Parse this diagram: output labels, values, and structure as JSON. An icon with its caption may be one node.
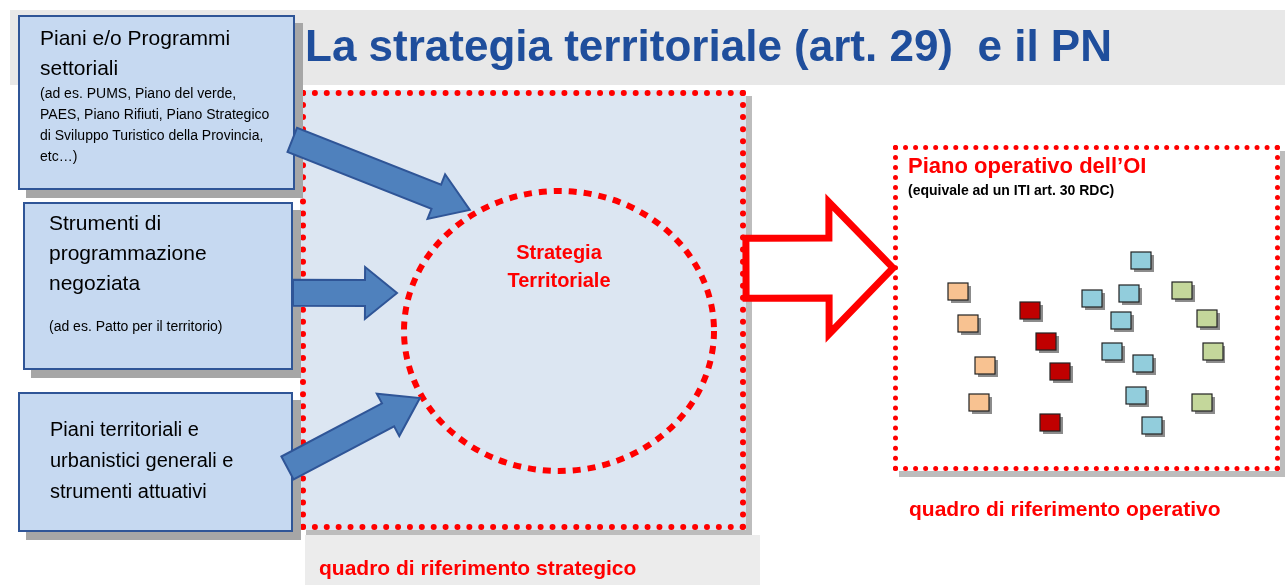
{
  "diagram": {
    "title": "La strategia territoriale (art. 29)  e il PN",
    "nodes": [
      {
        "text": [],
        "shape": "box",
        "beside": [
          "quadro di riferimento strategico"
        ]
      },
      {
        "text": [
          "Piani e/o Programmi settoriali",
          "(ad es. PUMS, Piano del verde, PAES, Piano Rifiuti, Piano Strategico di Sviluppo Turistico della Provincia, etc…)"
        ]
      },
      {
        "text": [
          "Strumenti di programmazione negoziata",
          "(ad es. Patto per il territorio)"
        ]
      },
      {
        "text": [
          "Piani territoriali e urbanistici generali e strumenti attuativi"
        ]
      },
      {
        "text": [
          "Strategia Territoriale"
        ],
        "in": 0
      },
      {
        "text": [
          "Piano operativo dell’OI",
          "(equivale ad un ITI art. 30 RDC)"
        ],
        "beside": [
          "quadro di riferimento operativo"
        ]
      }
    ],
    "edges": [
      {
        "from": 1,
        "to": 4,
        "arrow": "to",
        "style": "thick"
      },
      {
        "from": 2,
        "to": 4,
        "arrow": "to",
        "style": "thick"
      },
      {
        "from": 3,
        "to": 4,
        "arrow": "to",
        "style": "thick"
      },
      {
        "from": 0,
        "to": 5,
        "arrow": "to",
        "style": "thick",
        "color": "#ff0000"
      }
    ]
  }
}
